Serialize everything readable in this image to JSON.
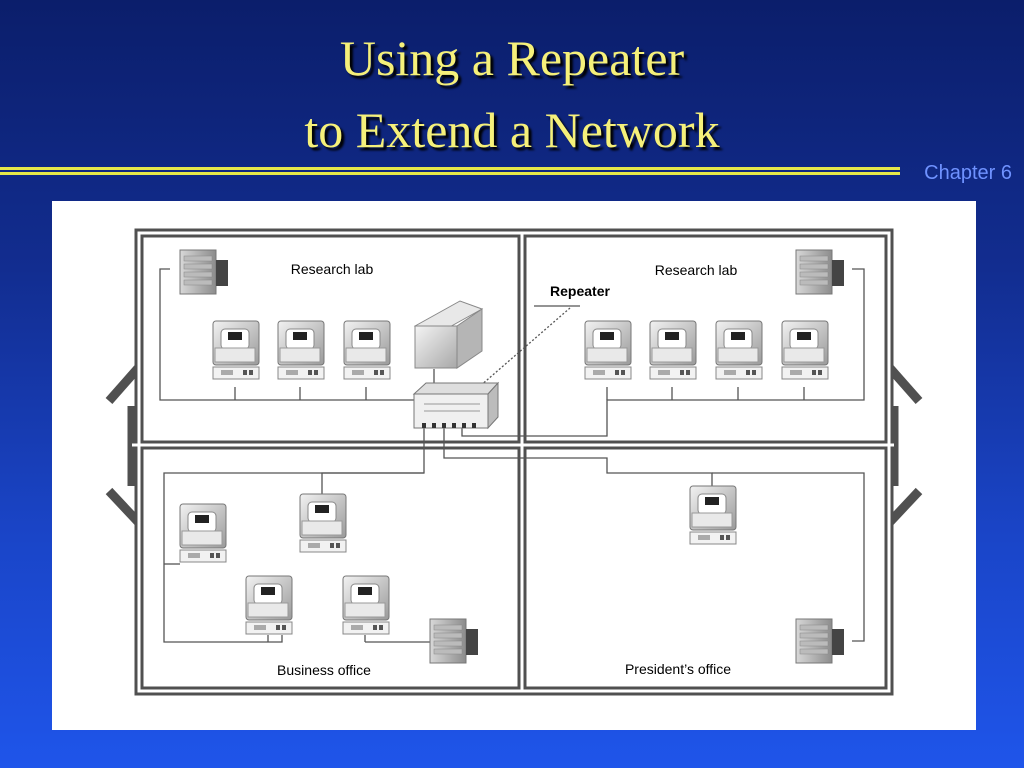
{
  "slide": {
    "title_line1": "Using a Repeater",
    "title_line2": "to Extend a Network",
    "chapter": "Chapter 6"
  },
  "diagram": {
    "rooms": {
      "research_lab_left": "Research lab",
      "research_lab_right": "Research lab",
      "business_office": "Business office",
      "presidents_office": "President’s office"
    },
    "repeater_label": "Repeater",
    "colors": {
      "wall": "#505050",
      "cable": "#555555",
      "title_text": "#f5f07a",
      "rule": "#e6e84a",
      "chapter_text": "#6f92ff"
    },
    "icons": [
      "workstation-icon",
      "server-icon",
      "repeater-icon"
    ]
  }
}
